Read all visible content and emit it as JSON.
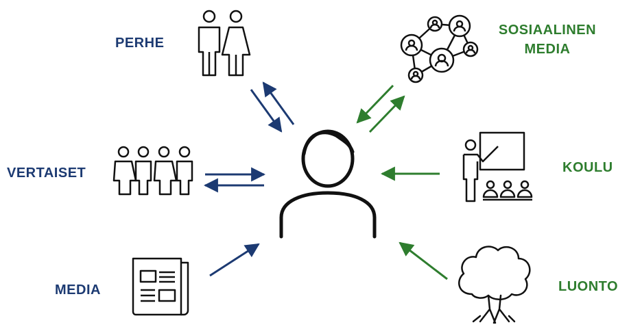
{
  "colors": {
    "blue": "#1c3a72",
    "green": "#2e7d2e",
    "icon": "#111111"
  },
  "center": {
    "icon": "person-icon"
  },
  "nodes": {
    "perhe": {
      "label": "PERHE",
      "icon": "family-icon",
      "color": "blue",
      "arrows": "two-way"
    },
    "vertaiset": {
      "label": "VERTAISET",
      "icon": "peer-group-icon",
      "color": "blue",
      "arrows": "two-way"
    },
    "media": {
      "label": "MEDIA",
      "icon": "newspaper-icon",
      "color": "blue",
      "arrows": "toward-person"
    },
    "some": {
      "label_line1": "SOSIAALINEN",
      "label_line2": "MEDIA",
      "icon": "social-network-icon",
      "color": "green",
      "arrows": "two-way"
    },
    "koulu": {
      "label": "KOULU",
      "icon": "classroom-icon",
      "color": "green",
      "arrows": "toward-person"
    },
    "luonto": {
      "label": "LUONTO",
      "icon": "tree-icon",
      "color": "green",
      "arrows": "toward-person"
    }
  }
}
